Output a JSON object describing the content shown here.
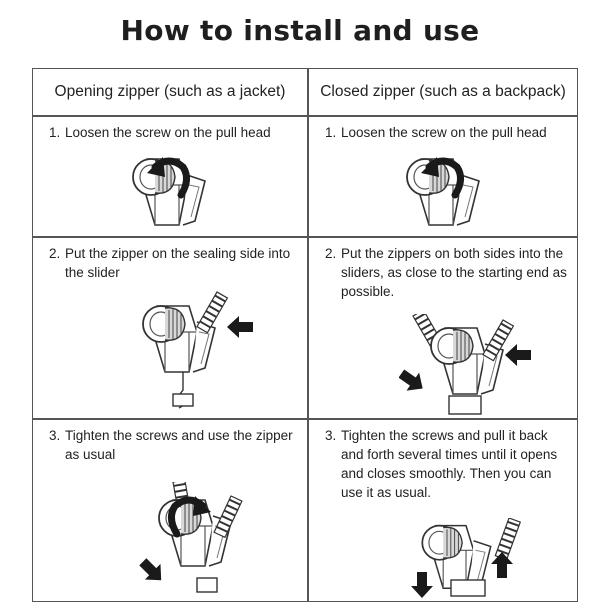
{
  "title": "How to install and use",
  "columns": [
    "Opening zipper (such as a jacket)",
    "Closed zipper (such as a backpack)"
  ],
  "rows": [
    {
      "left": {
        "num": "1.",
        "text": "Loosen the screw on the pull head"
      },
      "right": {
        "num": "1.",
        "text": "Loosen the screw on the pull head"
      }
    },
    {
      "left": {
        "num": "2.",
        "text": "Put the zipper on the sealing side into the slider"
      },
      "right": {
        "num": "2.",
        "text": "Put the zippers on both sides into the sliders, as close to the starting end as possible."
      }
    },
    {
      "left": {
        "num": "3.",
        "text": "Tighten the screws and use the zipper as usual"
      },
      "right": {
        "num": "3.",
        "text": "Tighten the screws and pull it back and forth several times until it opens and closes smoothly. Then you can use it as usual."
      }
    }
  ]
}
